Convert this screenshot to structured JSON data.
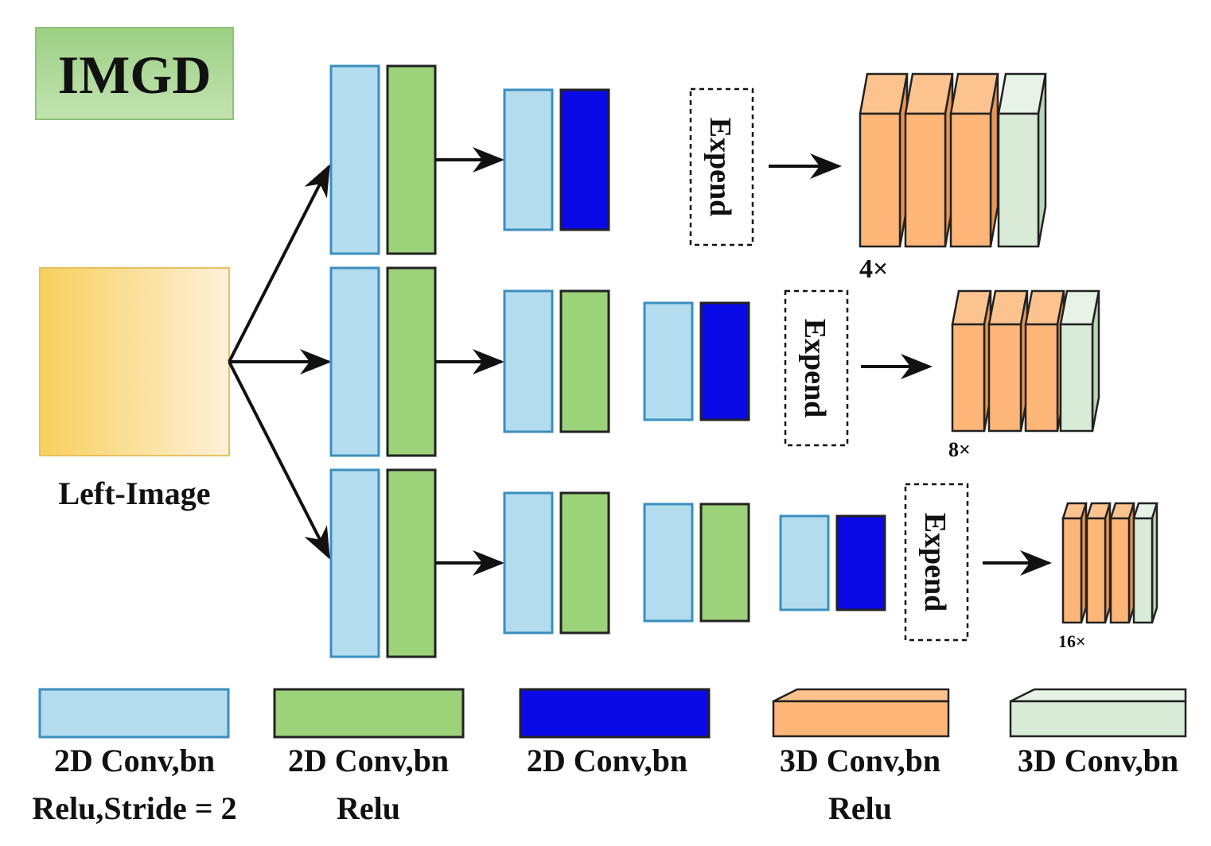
{
  "title": "IMGD",
  "input_label": "Left-Image",
  "expend_label": "Expend",
  "scales": [
    "4×",
    "8×",
    "16×"
  ],
  "legend": [
    {
      "line1": "2D Conv,bn",
      "line2": "Relu,Stride = 2"
    },
    {
      "line1": "2D Conv,bn",
      "line2": "Relu"
    },
    {
      "line1": "2D Conv,bn",
      "line2": ""
    },
    {
      "line1": "3D Conv,bn",
      "line2": "Relu"
    },
    {
      "line1": "3D Conv,bn",
      "line2": ""
    }
  ],
  "colors": {
    "title_box": "#a3d68c",
    "input_box": "#f8cf5c",
    "conv_stride": "#b3dcee",
    "conv_relu": "#9bd27a",
    "conv_plain": "#0a0ae6",
    "conv3d_relu": "#fdb678",
    "conv3d_plain": "#d8ecd8",
    "line": "#111111"
  }
}
